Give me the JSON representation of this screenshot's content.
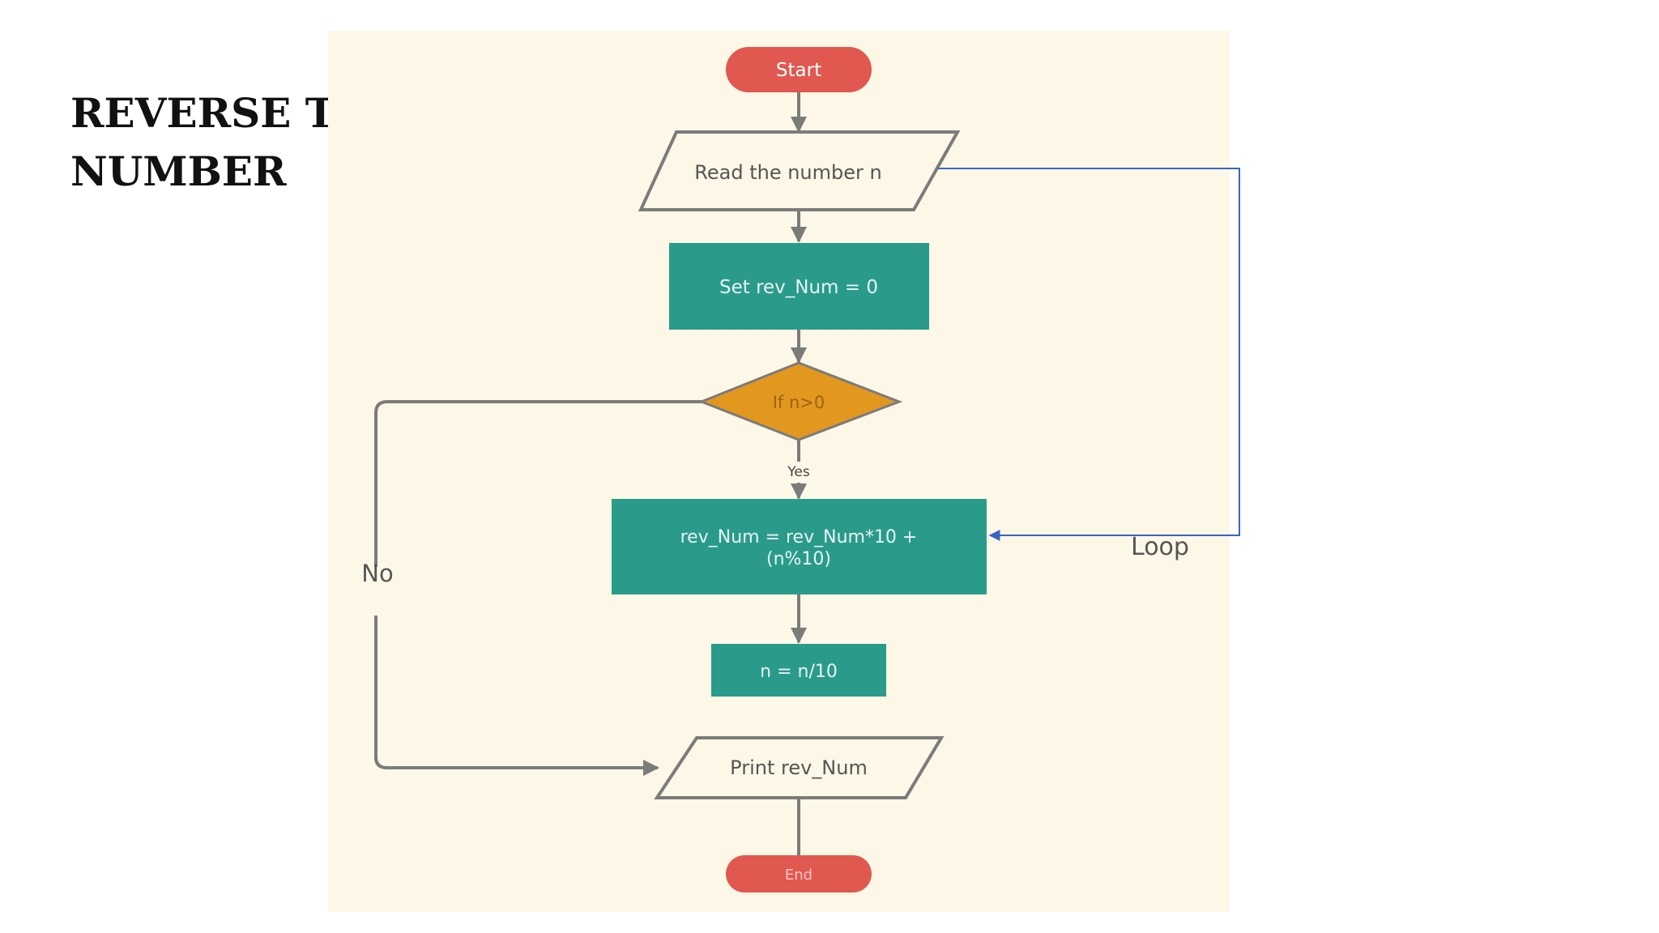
{
  "slide": {
    "title_line1": "REVERSE THE GIVEN",
    "title_line2": "NUMBER"
  },
  "flowchart": {
    "start": "Start",
    "read": "Read the number n",
    "init": "Set rev_Num = 0",
    "decision": "If n>0",
    "yes_label": "Yes",
    "no_label": "No",
    "compute_line1": "rev_Num = rev_Num*10 +",
    "compute_line2": "(n%10)",
    "divide": "n = n/10",
    "print": "Print rev_Num",
    "end": "End",
    "loop_label": "Loop"
  },
  "colors": {
    "background_panel": "#fcf7e6",
    "terminal": "#e0584f",
    "process": "#2a9b8b",
    "decision": "#e2971f",
    "connector": "#7b7b7b",
    "loop_arrow": "#3a63c4"
  }
}
